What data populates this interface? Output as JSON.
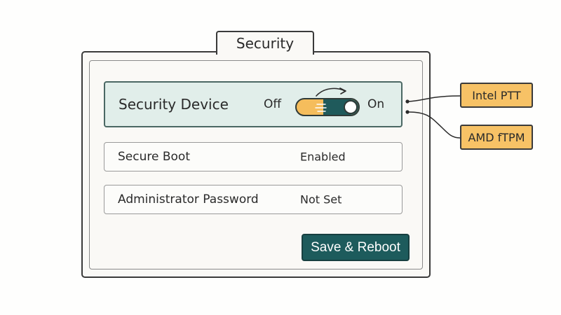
{
  "window": {
    "tab_label": "Security"
  },
  "settings": {
    "security_device": {
      "label": "Security Device",
      "off_label": "Off",
      "on_label": "On",
      "state": "on"
    },
    "secure_boot": {
      "label": "Secure Boot",
      "value": "Enabled"
    },
    "admin_password": {
      "label": "Administrator Password",
      "value": "Not Set"
    }
  },
  "actions": {
    "save_label": "Save & Reboot"
  },
  "callouts": [
    {
      "label": "Intel PTT"
    },
    {
      "label": "AMD fTPM"
    }
  ],
  "colors": {
    "accent_teal": "#1d5b5c",
    "toggle_amber": "#f5bd5c",
    "callout_amber": "#f7c266",
    "highlight_row": "#e1eeea"
  }
}
